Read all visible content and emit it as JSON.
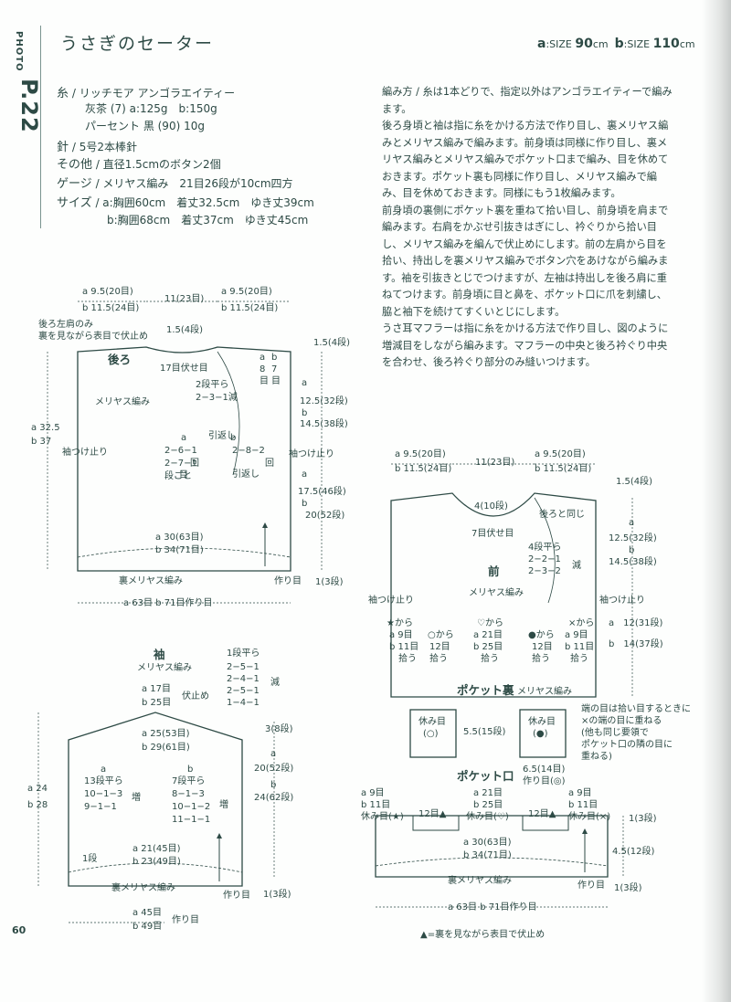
{
  "page": {
    "photo_label": "PHOTO",
    "page_ref": "P.22",
    "title": "うさぎのセーター",
    "size_a_prefix": "a",
    "size_a_label": ":SIZE",
    "size_a_value": "90",
    "size_a_unit": "cm",
    "size_b_prefix": "b",
    "size_b_label": ":SIZE",
    "size_b_value": "110",
    "size_b_unit": "cm",
    "page_number": "60"
  },
  "materials": {
    "yarn_label": "糸",
    "yarn_name": "リッチモア アンゴラエイティー",
    "yarn_line1": "灰茶 (7) a:125g　b:150g",
    "yarn_line2": "パーセント 黒 (90) 10g",
    "needle_label": "針",
    "needle_value": "5号2本棒針",
    "other_label": "その他",
    "other_value": "直径1.5cmのボタン2個",
    "gauge_label": "ゲージ",
    "gauge_value": "メリヤス編み　21目26段が10cm四方",
    "size_label": "サイズ",
    "size_a": "a:胸囲60cm　着丈32.5cm　ゆき丈39cm",
    "size_b": "b:胸囲68cm　着丈37cm　ゆき丈45cm"
  },
  "method": {
    "heading": "編み方",
    "paragraphs": [
      "編み方 / 糸は1本どりで、指定以外はアンゴラエイティーで編みます。",
      "後ろ身頃と袖は指に糸をかける方法で作り目し、裏メリヤス編みとメリヤス編みで編みます。前身頃は同様に作り目し、裏メリヤス編みとメリヤス編みでポケット口まで編み、目を休めておきます。ポケット裏も同様に作り目し、メリヤス編みで編み、目を休めておきます。同様にもう1枚編みます。",
      "前身頃の裏側にポケット裏を重ねて拾い目し、前身頃を肩まで編みます。右肩をかぶせ引抜きはぎにし、衿ぐりから拾い目し、メリヤス編みを編んで伏止めにします。前の左肩から目を拾い、持出しを裏メリヤス編みでボタン穴をあけながら編みます。袖を引抜きとじでつけますが、左袖は持出しを後ろ肩に重ねてつけます。前身頃に目と鼻を、ポケット口に爪を刺繍し、脇と袖下を続けてすくいとじにします。",
      "うさ耳マフラーは指に糸をかける方法で作り目し、図のように増減目をしながら編みます。マフラーの中央と後ろ衿ぐり中央を合わせ、後ろ衿ぐり部分のみ縫いつけます。"
    ]
  },
  "back": {
    "title": "後ろ",
    "stitch": "メリヤス編み",
    "note1": "後ろ左肩のみ",
    "note2": "裏を見ながら表目で伏止め",
    "top_left": "a 9.5(20目)",
    "top_left_b": "b 11.5(24目)",
    "top_mid": "11(23目)",
    "top_right": "a 9.5(20目)",
    "top_right_b": "b 11.5(24目)",
    "neck_depth": "1.5(4段)",
    "neck_bind": "17目伏せ目",
    "dec1": "2段平ら",
    "dec2": "2−3−1減",
    "shoulder_a": "a",
    "shoulder_b": "b",
    "shoulder_8": "8",
    "shoulder_7": "7",
    "shoulder_me1": "目",
    "shoulder_me2": "目",
    "right_top": "1.5(4段)",
    "right_a1": "a",
    "right_v1": "12.5(32段)",
    "right_b1": "b",
    "right_v2": "14.5(38段)",
    "height_a": "a 32.5",
    "height_b": "b 37",
    "sleeve_a": "a",
    "sleeve_1": "2−6−1",
    "sleeve_2": "2−7−1",
    "sleeve_3": "段ごと",
    "sleeve_me": "目",
    "sleeve_kai": "回",
    "hikikaeshi": "引返し",
    "sleeve_b": "b",
    "sleeve_b1": "2−8−2",
    "sleeve_b_kai": "回",
    "hikikaeshi2": "引返し",
    "sleeve_join": "袖つけ止り",
    "right_join": "袖つけ止り",
    "right_a2": "a",
    "right_v3": "17.5(46段)",
    "right_b2": "b",
    "right_v4": "20(52段)",
    "bottom_a": "a 30(63目)",
    "bottom_b": "b 34(71目)",
    "rib": "裏メリヤス編み",
    "cast_on": "作り目",
    "hem": "1(3段)",
    "width": "a 63目 b 71目作り目"
  },
  "front": {
    "title": "前",
    "stitch": "メリヤス編み",
    "top_left": "a 9.5(20目)",
    "top_left_b": "b 11.5(24目)",
    "top_mid": "11(23目)",
    "top_right": "a 9.5(20目)",
    "top_right_b": "b 11.5(24目)",
    "neck_depth": "4(10段)",
    "same_back": "後ろと同じ",
    "neck_bind": "7目伏せ目",
    "dec0": "4段平ら",
    "dec1": "2−2−1",
    "dec2": "2−3−2",
    "gen": "減",
    "right_top": "1.5(4段)",
    "right_v1": "a",
    "right_v2": "12.5(32段)",
    "right_v3": "b",
    "right_v4": "14.5(38段)",
    "left_join": "袖つけ止り",
    "right_join": "袖つけ止り",
    "right_v5": "a　12(31段)",
    "right_v6": "b　14(37段)",
    "pk_star": "★から",
    "pk_star_a": "a 9目",
    "pk_star_b": "b 11目",
    "pk_star_h": "拾う",
    "pk_c1": "○から",
    "pk_c1_v": "12目",
    "pk_c1_h": "拾う",
    "pk_h": "♡から",
    "pk_h_a": "a 21目",
    "pk_h_b": "b 25目",
    "pk_h_h": "拾う",
    "pk_d": "●から",
    "pk_d_v": "12目",
    "pk_d_h": "拾う",
    "pk_x": "×から",
    "pk_x_a": "a 9目",
    "pk_x_b": "b 11目",
    "pk_x_h": "拾う"
  },
  "sleeve": {
    "title": "袖",
    "stitch": "メリヤス編み",
    "top_a": "a 17目",
    "top_b": "b 25目",
    "bind": "伏止め",
    "s1": "1段平ら",
    "s2": "2−5−1",
    "s3": "2−4−1",
    "s4": "2−5−1",
    "s5": "1−4−1",
    "gen": "減",
    "top_h": "3(8段)",
    "mid_a": "a 25(53目)",
    "mid_b": "b 29(61目)",
    "ia": "a",
    "i1": "13段平ら",
    "i2": "10−1−3",
    "i3": "9−1−1",
    "zou": "増",
    "ib": "b",
    "j1": "7段平ら",
    "j2": "8−1−3",
    "j3": "10−1−2",
    "j4": "11−1−1",
    "zou2": "増",
    "len_a": "a 24",
    "len_b": "b 28",
    "right_a": "a",
    "right_v1": "20(52段)",
    "right_b": "b",
    "right_v2": "24(62段)",
    "bot_a": "a 21(45目)",
    "bot_b": "b 23(49目)",
    "rib": "裏メリヤス編み",
    "cast": "作り目",
    "hem": "1(3段)",
    "w_a": "a 45目",
    "w_b": "b 49目",
    "w_cast": "作り目",
    "left_mark": "1段"
  },
  "pocket_back": {
    "title": "ポケット裏",
    "stitch": "メリヤス編み",
    "label1": "休み目",
    "label1b": "(○)",
    "height": "5.5(15段)",
    "label2": "休み目",
    "label2b": "(●)",
    "width": "6.5(14目)",
    "cast": "作り目(◎)",
    "note": [
      "端の目は拾い目するときに",
      "×の端の目に重ねる",
      "(他も同じ要領で",
      "ポケット口の隣の目に",
      "重ねる)"
    ]
  },
  "pocket_mouth": {
    "title": "ポケット口",
    "l_a": "a 9目",
    "l_b": "b 11目",
    "l_r": "休み目(★)",
    "l_12": "12目▲",
    "m_a": "a 21目",
    "m_b": "b 25目",
    "m_r": "休み目(♡)",
    "r_12": "12目▲",
    "r_a": "a 9目",
    "r_b": "b 11目",
    "r_r": "休み目(×)",
    "bottom_a": "a 30(63目)",
    "bottom_b": "b 34(71目)",
    "rib": "裏メリヤス編み",
    "cast": "作り目",
    "h1": "1(3段)",
    "h2": "4.5(12段)",
    "h3": "1(3段)",
    "width": "a 63目 b 71目作り目"
  },
  "footnote": "▲=裏を見ながら表目で伏止め"
}
